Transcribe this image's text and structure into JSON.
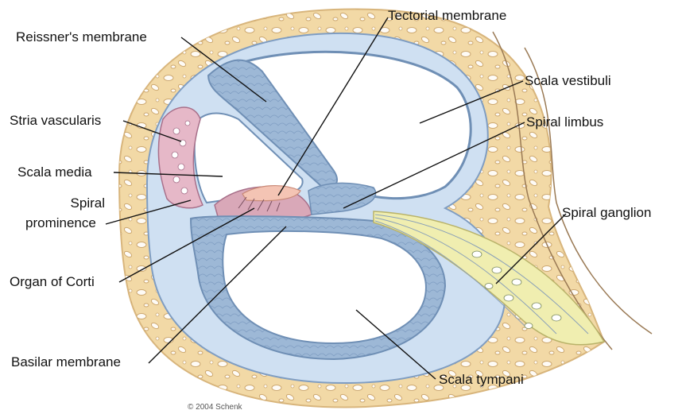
{
  "labels": {
    "tectorial_membrane": "Tectorial membrane",
    "reissners_membrane": "Reissner's membrane",
    "scala_vestibuli": "Scala vestibuli",
    "stria_vascularis": "Stria vascularis",
    "spiral_limbus": "Spiral limbus",
    "scala_media": "Scala media",
    "spiral_prominence_line1": "Spiral",
    "spiral_prominence_line2": "prominence",
    "spiral_ganglion": "Spiral ganglion",
    "organ_of_corti": "Organ of Corti",
    "basilar_membrane": "Basilar membrane",
    "scala_tympani": "Scala tympani"
  },
  "credit": "© 2004 Schenk",
  "colors": {
    "bone": "#f2d9a6",
    "bone_pore": "#ffffff",
    "perilymph_ring": "#cfe0f2",
    "membrane_blue": "#9db8d6",
    "membrane_dark": "#6f8fb5",
    "stria": "#e6b8c8",
    "tectorial": "#f4c4b4",
    "ganglion": "#f0eeb0",
    "leader_line": "#111111"
  }
}
